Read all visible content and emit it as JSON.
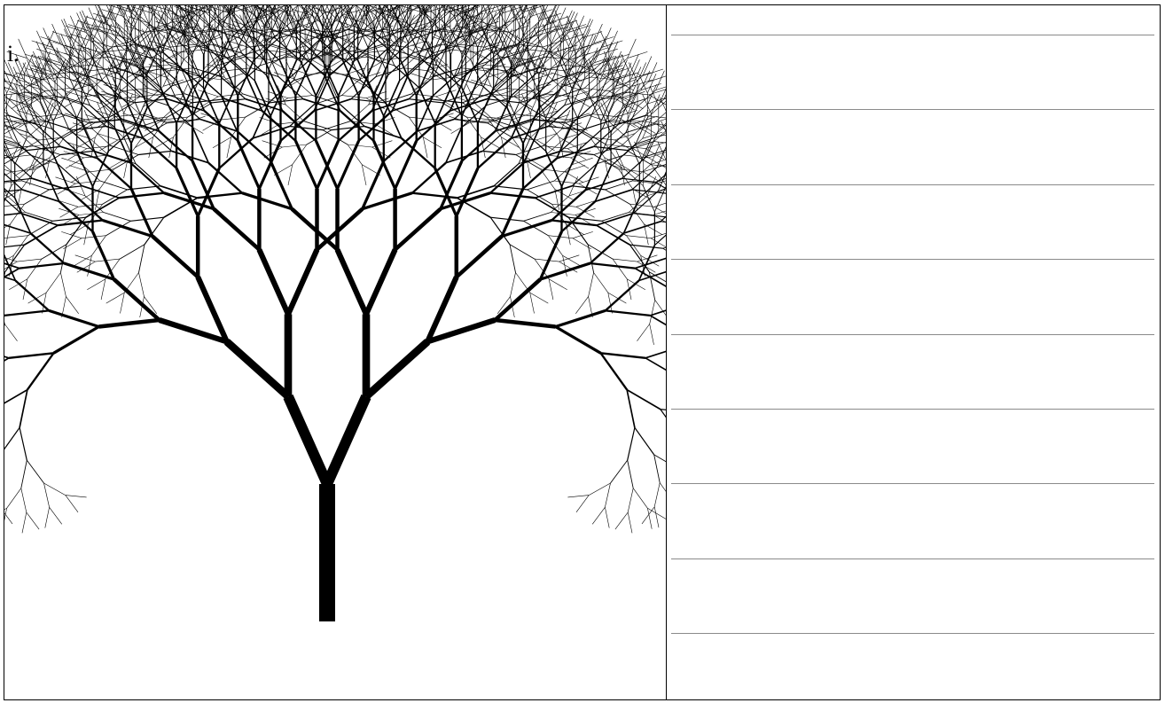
{
  "worksheet": {
    "item_label": "i.",
    "image_description": "fractal-tree",
    "writing_line_count": 9,
    "colors": {
      "ink": "#000000",
      "rule": "#8a8a8a",
      "paper": "#ffffff"
    }
  }
}
